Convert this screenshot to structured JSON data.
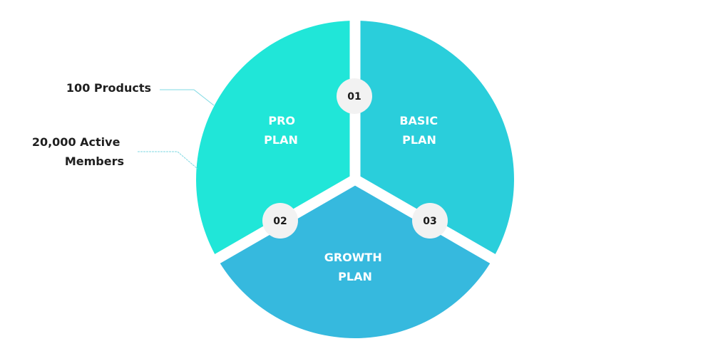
{
  "diagram": {
    "type": "segmented-circle",
    "colors": {
      "pro": "#20E6D8",
      "basic": "#2ACEDB",
      "growth": "#36B9DE",
      "badge_fill": "#F2F2F2",
      "badge_text": "#1A1A1A",
      "label_text": "#FFFFFF",
      "leader_line": "#7FD9E3",
      "callout_text": "#1F1F1F"
    },
    "segments": [
      {
        "id": "pro",
        "line1": "PRO",
        "line2": "PLAN",
        "badge": "01"
      },
      {
        "id": "basic",
        "line1": "BASIC",
        "line2": "PLAN",
        "badge": "03"
      },
      {
        "id": "growth",
        "line1": "GROWTH",
        "line2": "PLAN",
        "badge": "02"
      }
    ],
    "badges": [
      "01",
      "02",
      "03"
    ],
    "callouts": [
      {
        "lines": [
          "100 Products"
        ],
        "target": "pro"
      },
      {
        "lines": [
          "20,000 Active",
          "Members"
        ],
        "target": "pro"
      }
    ]
  }
}
